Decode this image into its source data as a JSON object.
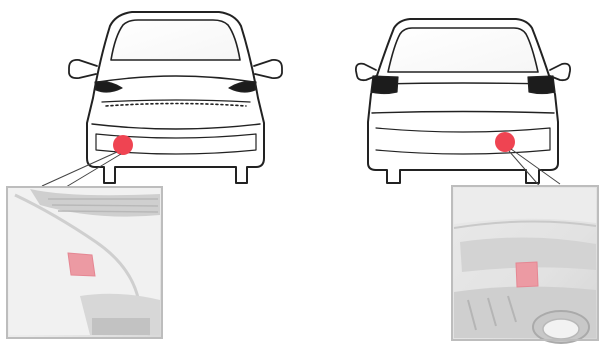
{
  "figure": {
    "background_color": "#ffffff",
    "outline_color": "#222222",
    "marker_color": "#ef4452",
    "panels": [
      {
        "view": "front",
        "marker": "tow-eye-cover-marker-front"
      },
      {
        "view": "rear",
        "marker": "tow-eye-cover-marker-rear"
      }
    ],
    "icons": [
      "front-car-icon",
      "rear-car-icon",
      "front-detail-zoom",
      "rear-detail-zoom"
    ]
  }
}
